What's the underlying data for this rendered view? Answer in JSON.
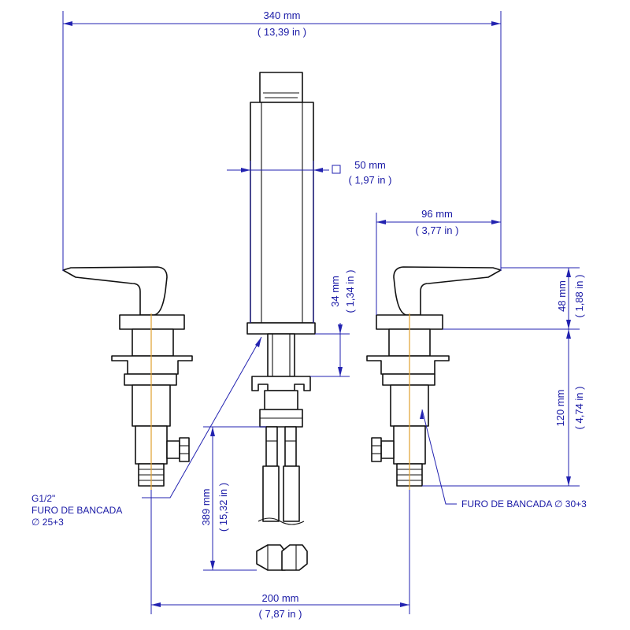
{
  "dimensions": {
    "overall_width": {
      "mm": "340 mm",
      "in": "( 13,39 in )"
    },
    "spout_width": {
      "mm": "50 mm",
      "in": "( 1,97 in )"
    },
    "handle_reach": {
      "mm": "96 mm",
      "in": "( 3,77 in )"
    },
    "spout_base_height": {
      "mm": "34 mm",
      "in": "( 1,34 in )"
    },
    "handle_height": {
      "mm": "48 mm",
      "in": "( 1,88 in )"
    },
    "valve_body_height": {
      "mm": "120 mm",
      "in": "( 4,74 in )"
    },
    "hose_length": {
      "mm": "389 mm",
      "in": "( 15,32 in )"
    },
    "center_spacing": {
      "mm": "200 mm",
      "in": "( 7,87 in )"
    }
  },
  "notes": {
    "left_thread": "G1/2\"",
    "left_hole_label": "FURO DE BANCADA",
    "left_hole_size": "∅ 25+3",
    "right_hole": "FURO DE BANCADA ∅ 30+3"
  },
  "symbols": {
    "square_section": "square-section-symbol"
  },
  "colors": {
    "dimension_lines": "#2222b0",
    "part_outline": "#111111",
    "center_line": "#e0a030"
  }
}
